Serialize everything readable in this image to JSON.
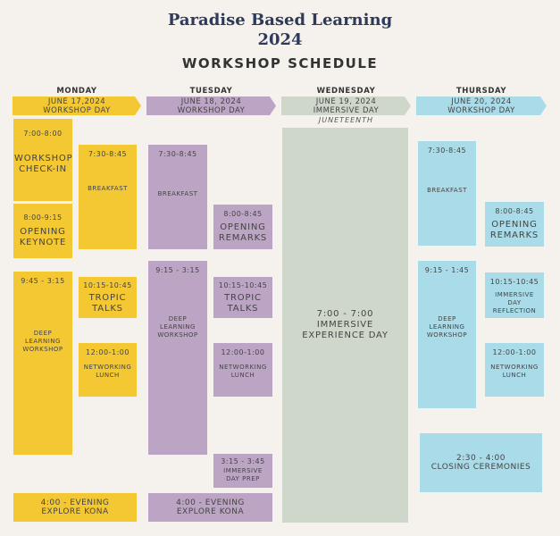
{
  "header": {
    "line1": "Paradise Based Learning",
    "line2": "2024",
    "line3": "WORKSHOP SCHEDULE"
  },
  "days": [
    {
      "name": "MONDAY",
      "date": "JUNE 17,2024",
      "type": "WORKSHOP DAY"
    },
    {
      "name": "TUESDAY",
      "date": "JUNE 18, 2024",
      "type": "WORKSHOP DAY"
    },
    {
      "name": "WEDNESDAY",
      "date": "JUNE 19, 2024",
      "type": "IMMERSIVE DAY",
      "note": "JUNETEENTH"
    },
    {
      "name": "THURSDAY",
      "date": "JUNE 20, 2024",
      "type": "WORKSHOP DAY"
    }
  ],
  "monday": {
    "checkin": {
      "time": "7:00-8:00",
      "label": "WORKSHOP CHECK-IN"
    },
    "keynote": {
      "time": "8:00-9:15",
      "label": "OPENING KEYNOTE"
    },
    "breakfast": {
      "time": "7:30-8:45",
      "label": "BREAKFAST"
    },
    "deep": {
      "time": "9:45 - 3:15",
      "label": "DEEP LEARNING WORKSHOP"
    },
    "tropic": {
      "time": "10:15-10:45",
      "label": "TROPIC TALKS"
    },
    "lunch": {
      "time": "12:00-1:00",
      "label": "NETWORKING LUNCH"
    },
    "evening": {
      "time": "4:00 - EVENING",
      "label": "EXPLORE KONA"
    }
  },
  "tuesday": {
    "breakfast": {
      "time": "7:30-8:45",
      "label": "BREAKFAST"
    },
    "remarks": {
      "time": "8:00-8:45",
      "label": "OPENING REMARKS"
    },
    "deep": {
      "time": "9:15 - 3:15",
      "label": "DEEP LEARNING WORKSHOP"
    },
    "tropic": {
      "time": "10:15-10:45",
      "label": "TROPIC TALKS"
    },
    "lunch": {
      "time": "12:00-1:00",
      "label": "NETWORKING LUNCH"
    },
    "prep": {
      "time": "3:15 - 3:45",
      "label": "IMMERSIVE DAY PREP"
    },
    "evening": {
      "time": "4:00 - EVENING",
      "label": "EXPLORE KONA"
    }
  },
  "wednesday": {
    "immersive": {
      "time": "7:00 - 7:00",
      "label": "IMMERSIVE EXPERIENCE DAY"
    }
  },
  "thursday": {
    "breakfast": {
      "time": "7:30-8:45",
      "label": "BREAKFAST"
    },
    "remarks": {
      "time": "8:00-8:45",
      "label": "OPENING REMARKS"
    },
    "deep": {
      "time": "9:15 - 1:45",
      "label": "DEEP LEARNING WORKSHOP"
    },
    "reflection": {
      "time": "10:15-10:45",
      "label": "IMMERSIVE DAY REFLECTION"
    },
    "lunch": {
      "time": "12:00-1:00",
      "label": "NETWORKING LUNCH"
    },
    "closing": {
      "time": "2:30 - 4:00",
      "label": "CLOSING CEREMONIES"
    }
  },
  "colors": {
    "monday": "#f3c832",
    "tuesday": "#bca4c4",
    "wednesday": "#cfd6ca",
    "thursday": "#aadbe8",
    "title": "#2e3a5c",
    "background": "#f5f1ec"
  }
}
